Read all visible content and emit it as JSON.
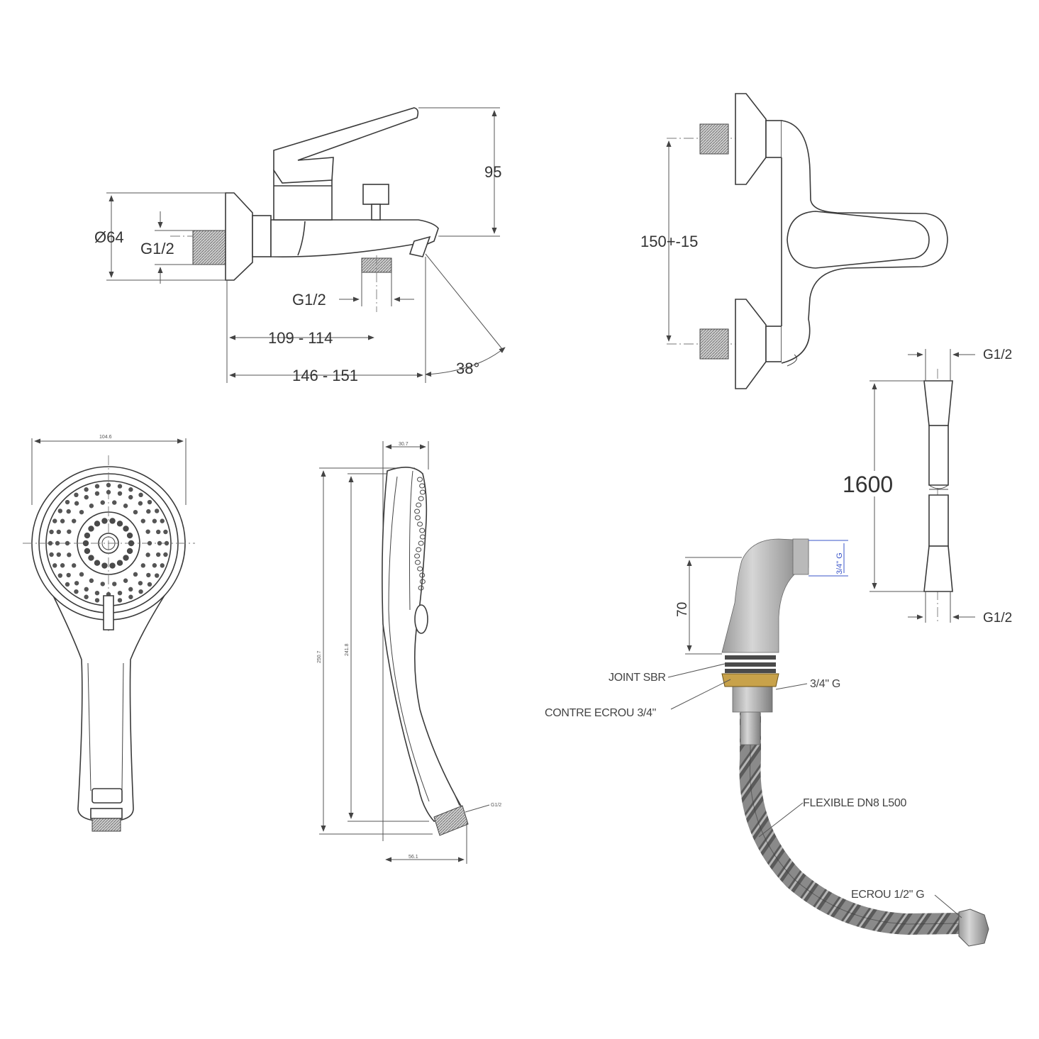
{
  "diagram": {
    "mixer_side": {
      "height": "95",
      "diameter": "Ø64",
      "inlet_thread": "G1/2",
      "outlet_thread": "G1/2",
      "reach_short": "109 - 114",
      "reach_long": "146 - 151",
      "angle": "38°"
    },
    "mixer_top": {
      "center_distance": "150+-15"
    },
    "hose": {
      "length": "1600",
      "thread_top": "G1/2",
      "thread_bottom": "G1/2"
    },
    "hand_shower_front": {
      "width": "104.6"
    },
    "hand_shower_side": {
      "depth_top": "30.7",
      "length_total": "250.7",
      "length_inner": "241.8",
      "thread": "G1/2",
      "depth_bottom": "56.1"
    },
    "spout_kit": {
      "height": "70",
      "outlet_thread": "3/4\" G",
      "joint_label": "JOINT SBR",
      "nut_label": "CONTRE ECROU 3/4\"",
      "thread_label": "3/4\" G",
      "flex_label": "FLEXIBLE DN8 L500",
      "end_nut_label": "ECROU 1/2\" G"
    }
  }
}
